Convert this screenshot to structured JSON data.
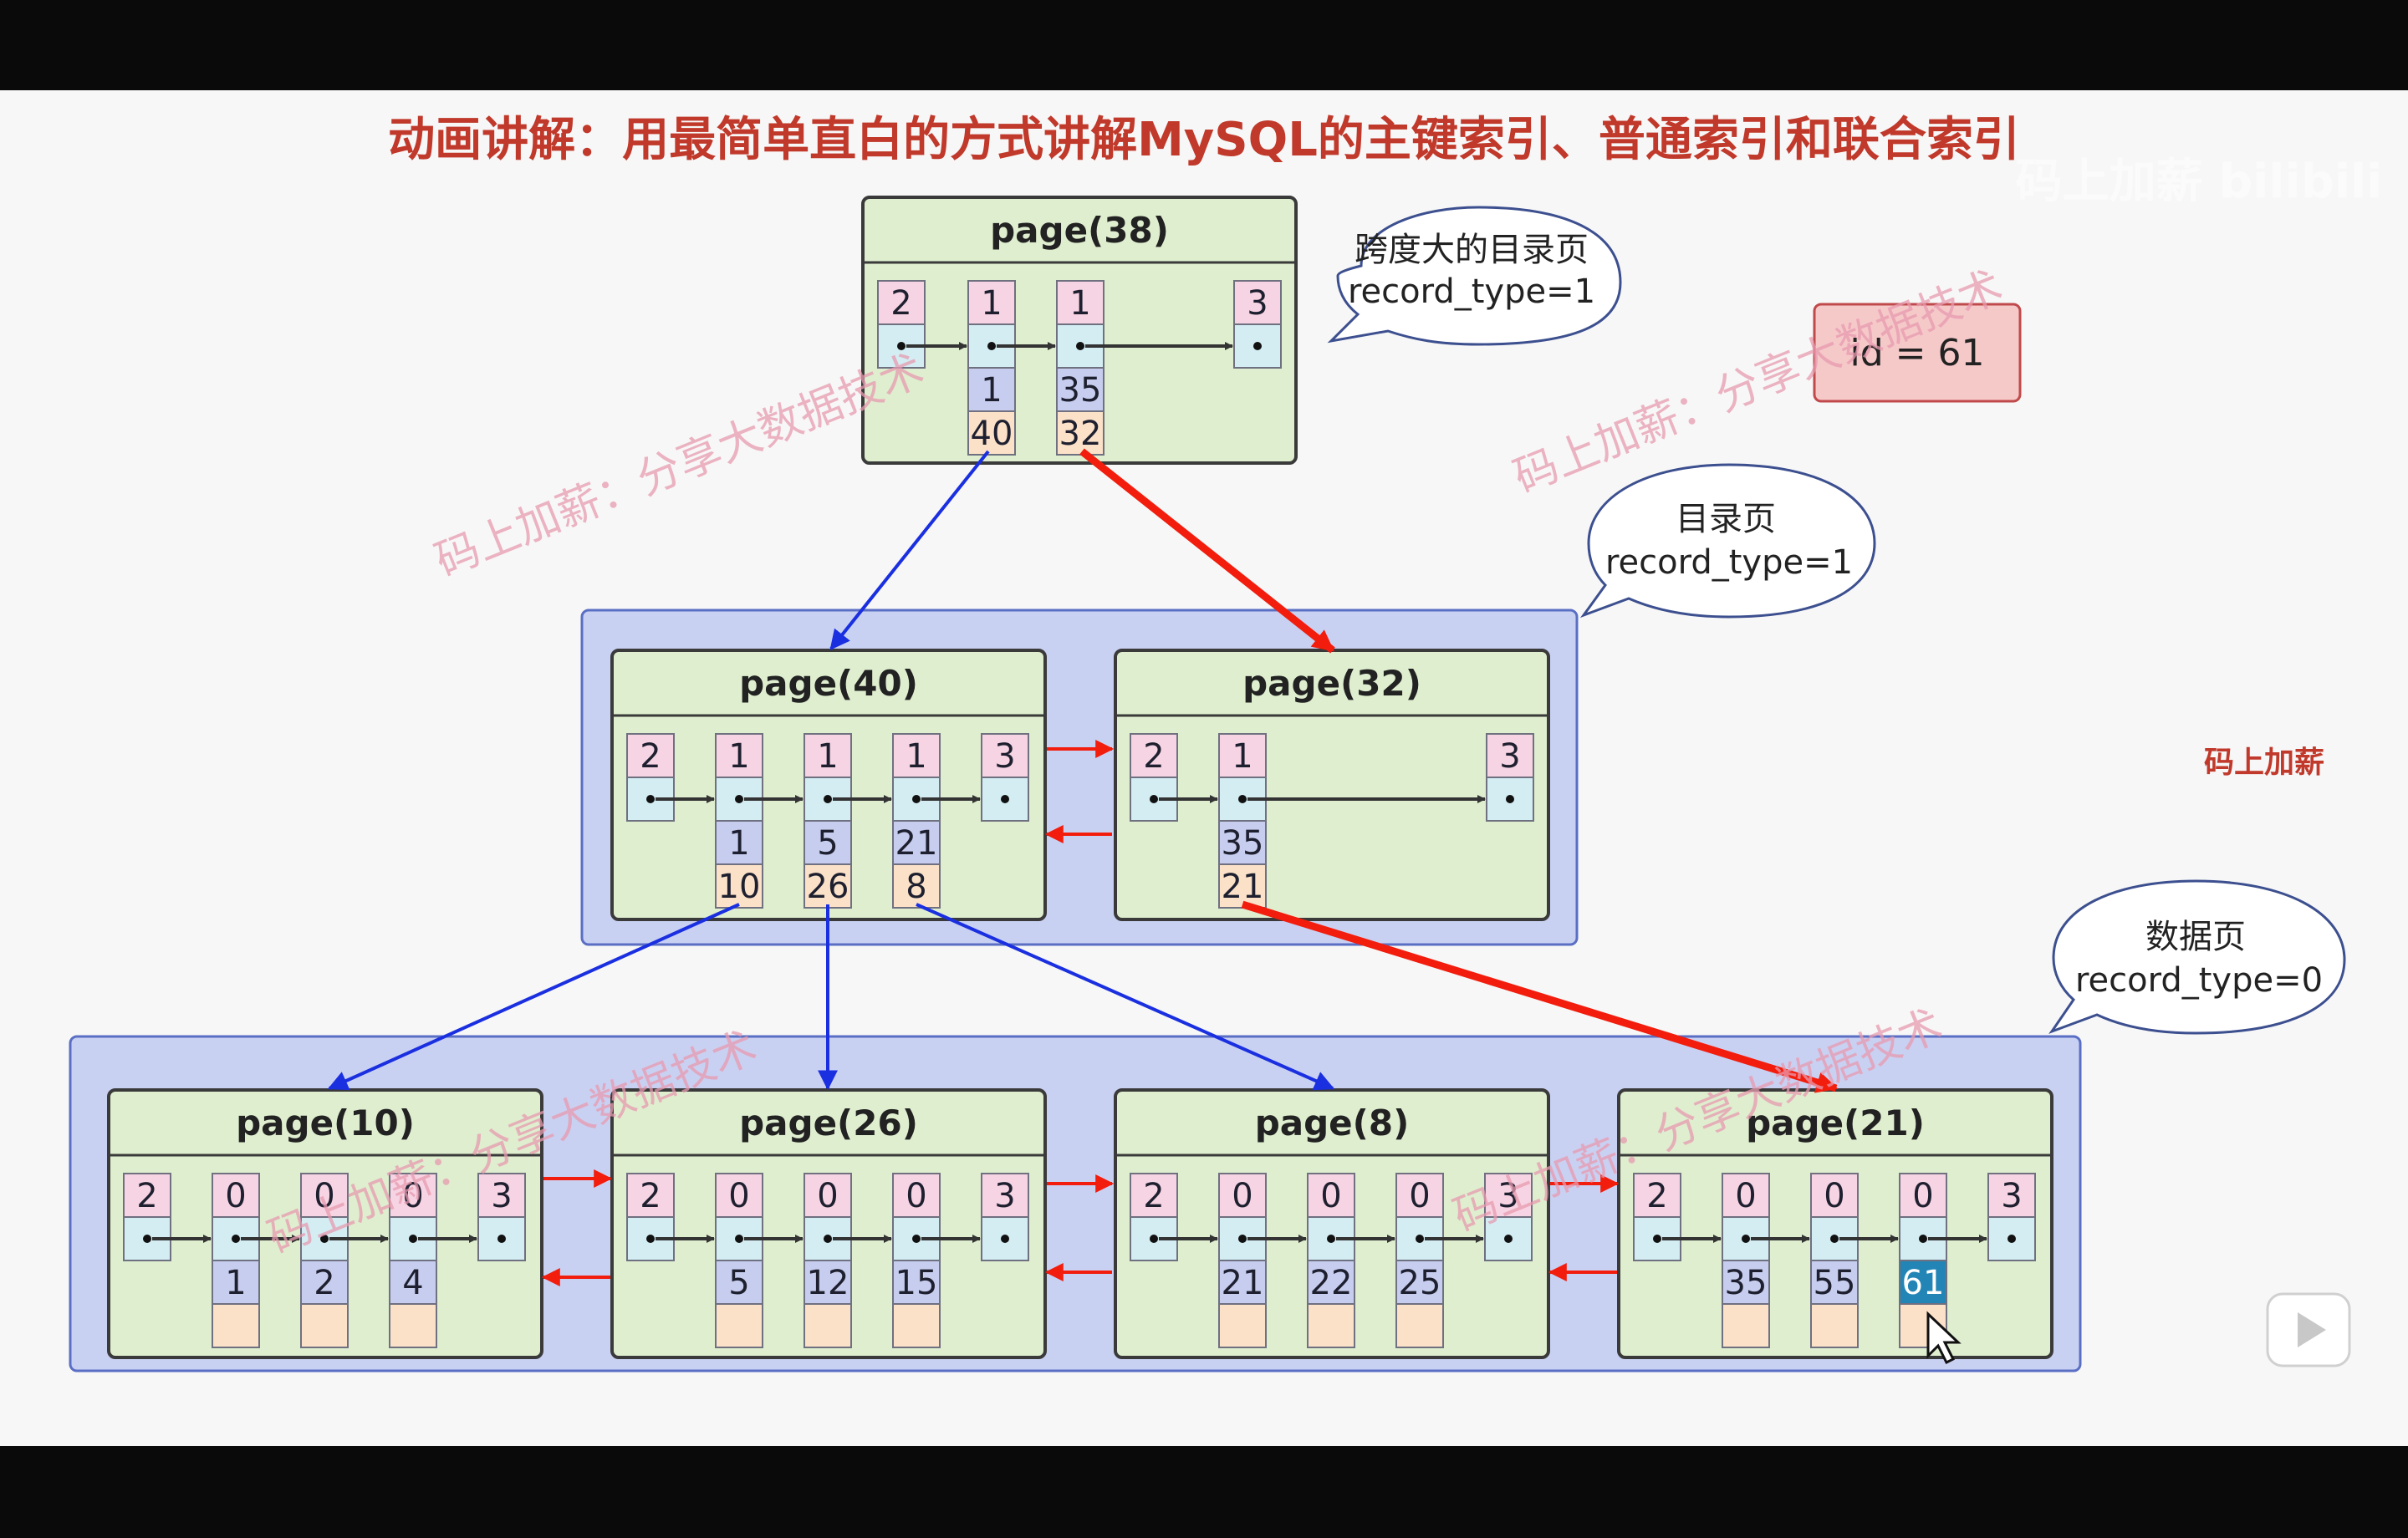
{
  "title": "动画讲解：用最简单直白的方式讲解MySQL的主键索引、普通索引和联合索引",
  "overlay_logo": "码上加薪 bilibili",
  "brand_label": "码上加薪",
  "watermark_text": "码上加薪：分享大数据技术",
  "search_box": "id = 61",
  "bubbles": {
    "root": {
      "line1": "跨度大的目录页",
      "line2": "record_type=1"
    },
    "dir": {
      "line1": "目录页",
      "line2": "record_type=1"
    },
    "data": {
      "line1": "数据页",
      "line2": "record_type=0"
    }
  },
  "pages": {
    "p38": {
      "title": "page(38)",
      "cols": [
        {
          "type": "2"
        },
        {
          "type": "1",
          "key": "1",
          "ptr": "40"
        },
        {
          "type": "1",
          "key": "35",
          "ptr": "32"
        },
        {
          "type": "3"
        }
      ]
    },
    "p40": {
      "title": "page(40)",
      "cols": [
        {
          "type": "2"
        },
        {
          "type": "1",
          "key": "1",
          "ptr": "10"
        },
        {
          "type": "1",
          "key": "5",
          "ptr": "26"
        },
        {
          "type": "1",
          "key": "21",
          "ptr": "8"
        },
        {
          "type": "3"
        }
      ]
    },
    "p32": {
      "title": "page(32)",
      "cols": [
        {
          "type": "2"
        },
        {
          "type": "1",
          "key": "35",
          "ptr": "21"
        },
        {
          "type": "3"
        }
      ]
    },
    "p10": {
      "title": "page(10)",
      "cols": [
        {
          "type": "2"
        },
        {
          "type": "0",
          "key": "1",
          "ptr": ""
        },
        {
          "type": "0",
          "key": "2",
          "ptr": ""
        },
        {
          "type": "0",
          "key": "4",
          "ptr": ""
        },
        {
          "type": "3"
        }
      ]
    },
    "p26": {
      "title": "page(26)",
      "cols": [
        {
          "type": "2"
        },
        {
          "type": "0",
          "key": "5",
          "ptr": ""
        },
        {
          "type": "0",
          "key": "12",
          "ptr": ""
        },
        {
          "type": "0",
          "key": "15",
          "ptr": ""
        },
        {
          "type": "3"
        }
      ]
    },
    "p8": {
      "title": "page(8)",
      "cols": [
        {
          "type": "2"
        },
        {
          "type": "0",
          "key": "21",
          "ptr": ""
        },
        {
          "type": "0",
          "key": "22",
          "ptr": ""
        },
        {
          "type": "0",
          "key": "25",
          "ptr": ""
        },
        {
          "type": "3"
        }
      ]
    },
    "p21": {
      "title": "page(21)",
      "cols": [
        {
          "type": "2"
        },
        {
          "type": "0",
          "key": "35",
          "ptr": ""
        },
        {
          "type": "0",
          "key": "55",
          "ptr": ""
        },
        {
          "type": "0",
          "key": "61",
          "ptr": "",
          "highlight": true
        },
        {
          "type": "3"
        }
      ]
    }
  },
  "colors": {
    "frame": "#0a0a0a",
    "canvas": "#f7f7f7",
    "page_bg": "#dfeecf",
    "page_border": "#3a3a3a",
    "group_bg": "#c9d1f3",
    "group_border": "#5a6fc4",
    "cell_pink": "#f7d4e3",
    "cell_blue": "#d3edf3",
    "cell_lavender": "#c7cdee",
    "cell_peach": "#fbe1c8",
    "highlight": "#2385b5",
    "arrow_blue": "#1a2fe0",
    "arrow_red": "#f21d0d",
    "search_bg": "#f6c9c9",
    "search_border": "#c0494b",
    "title_red": "#c0392b",
    "bubble_border": "#3c4f8f"
  }
}
